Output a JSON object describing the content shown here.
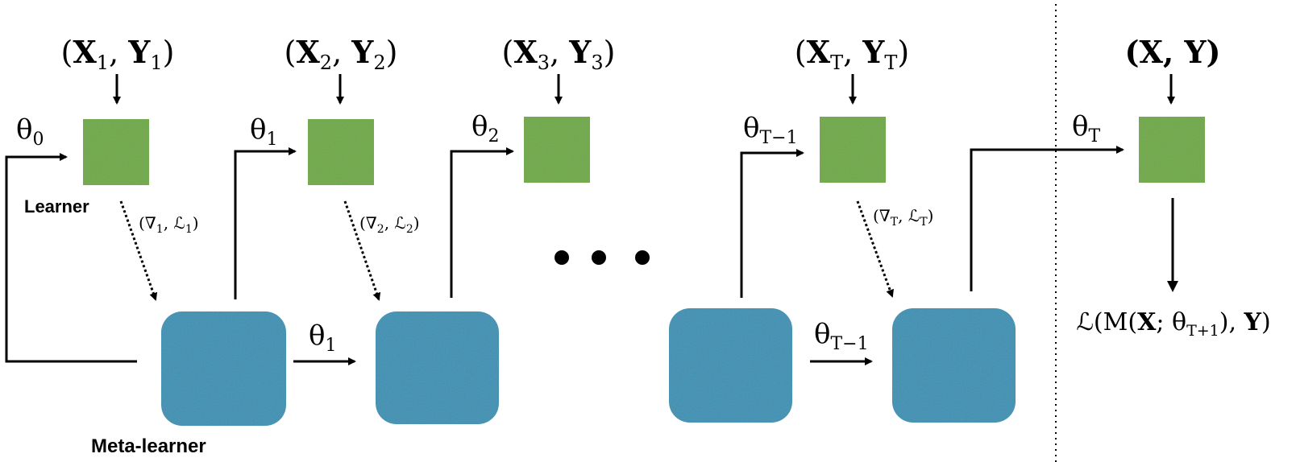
{
  "inputs": {
    "pair_1": {
      "open": "(",
      "x": "X",
      "x_sub": "1",
      "sep": ", ",
      "y": "Y",
      "y_sub": "1",
      "close": ")"
    },
    "pair_2": {
      "open": "(",
      "x": "X",
      "x_sub": "2",
      "sep": ", ",
      "y": "Y",
      "y_sub": "2",
      "close": ")"
    },
    "pair_3": {
      "open": "(",
      "x": "X",
      "x_sub": "3",
      "sep": ", ",
      "y": "Y",
      "y_sub": "3",
      "close": ")"
    },
    "pair_T": {
      "open": "(",
      "x": "X",
      "x_sub": "T",
      "sep": ", ",
      "y": "Y",
      "y_sub": "T",
      "close": ")"
    },
    "pair_test": {
      "text": "(X, Y)"
    }
  },
  "params": {
    "theta_0": {
      "base": "θ",
      "sub": "0"
    },
    "theta_1_top": {
      "base": "θ",
      "sub": "1"
    },
    "theta_2_top": {
      "base": "θ",
      "sub": "2"
    },
    "theta_Tm1_top": {
      "base": "θ",
      "sub": "T−1"
    },
    "theta_T_top": {
      "base": "θ",
      "sub": "T"
    },
    "theta_1_bottom": {
      "base": "θ",
      "sub": "1"
    },
    "theta_Tm1_bottom": {
      "base": "θ",
      "sub": "T−1"
    }
  },
  "gradients": {
    "grad_1": {
      "open": "(∇",
      "g_sub": "1",
      "mid": ", ℒ",
      "l_sub": "1",
      "close": ")"
    },
    "grad_2": {
      "open": "(∇",
      "g_sub": "2",
      "mid": ", ℒ",
      "l_sub": "2",
      "close": ")"
    },
    "grad_T": {
      "open": "(∇",
      "g_sub": "T",
      "mid": ", ℒ",
      "l_sub": "T",
      "close": ")"
    }
  },
  "labels": {
    "learner": "Learner",
    "meta_learner": "Meta-learner",
    "final_loss": {
      "pre": "ℒ(M(",
      "x": "X",
      "mid": "; θ",
      "sub": "T+1",
      "post": "), ",
      "y": "Y",
      "end": ")"
    }
  },
  "colors": {
    "learner_green": "#6aa83a",
    "meta_blue": "#2f8fb3",
    "arrow": "#000000"
  }
}
